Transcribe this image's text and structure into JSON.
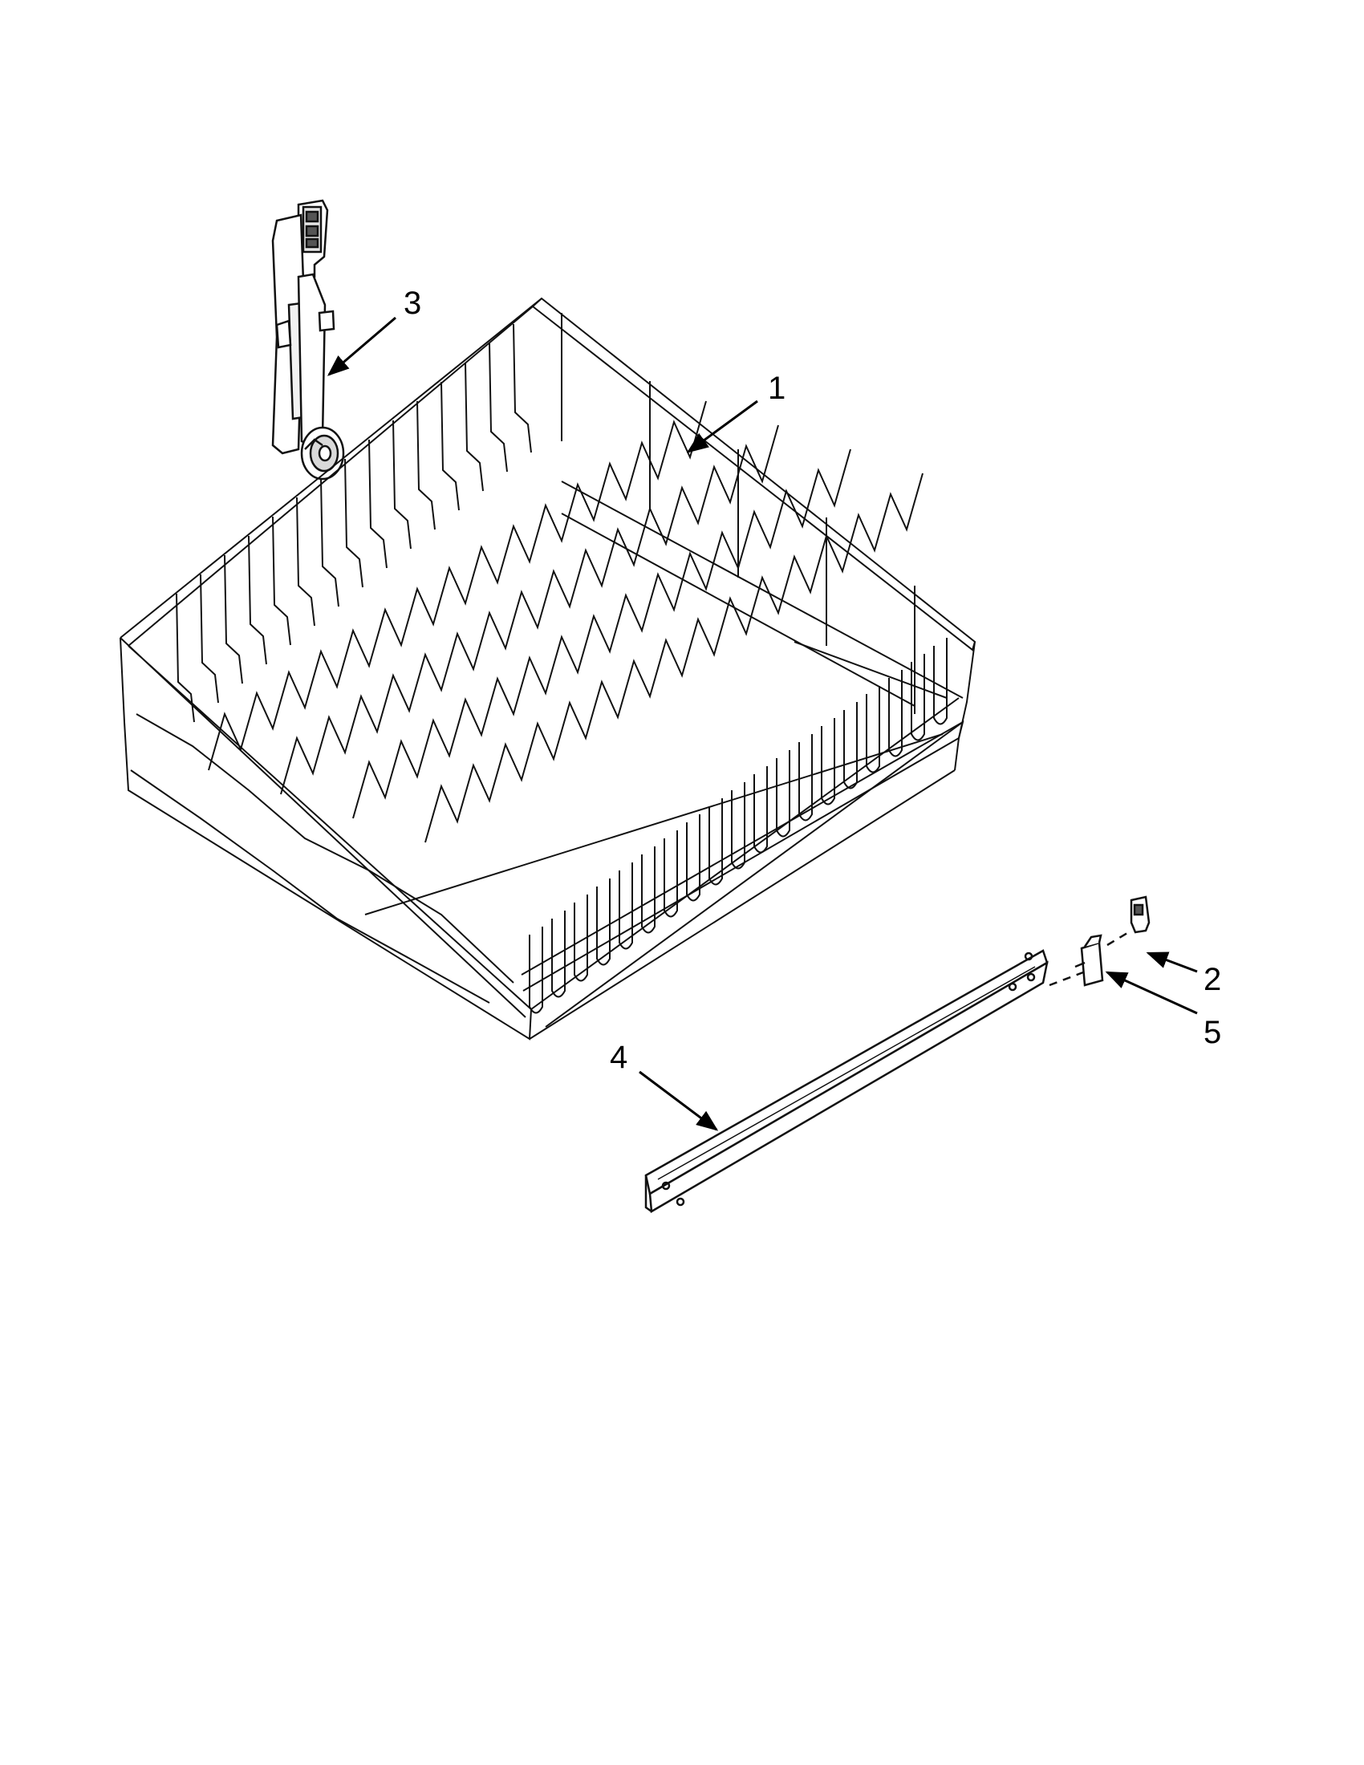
{
  "diagram": {
    "callouts": [
      {
        "id": "1",
        "label": "1",
        "part": "upper-rack"
      },
      {
        "id": "2",
        "label": "2",
        "part": "rack-stop-clip"
      },
      {
        "id": "3",
        "label": "3",
        "part": "rack-adjuster"
      },
      {
        "id": "4",
        "label": "4",
        "part": "rack-rail"
      },
      {
        "id": "5",
        "label": "5",
        "part": "rail-end-cap"
      }
    ]
  }
}
